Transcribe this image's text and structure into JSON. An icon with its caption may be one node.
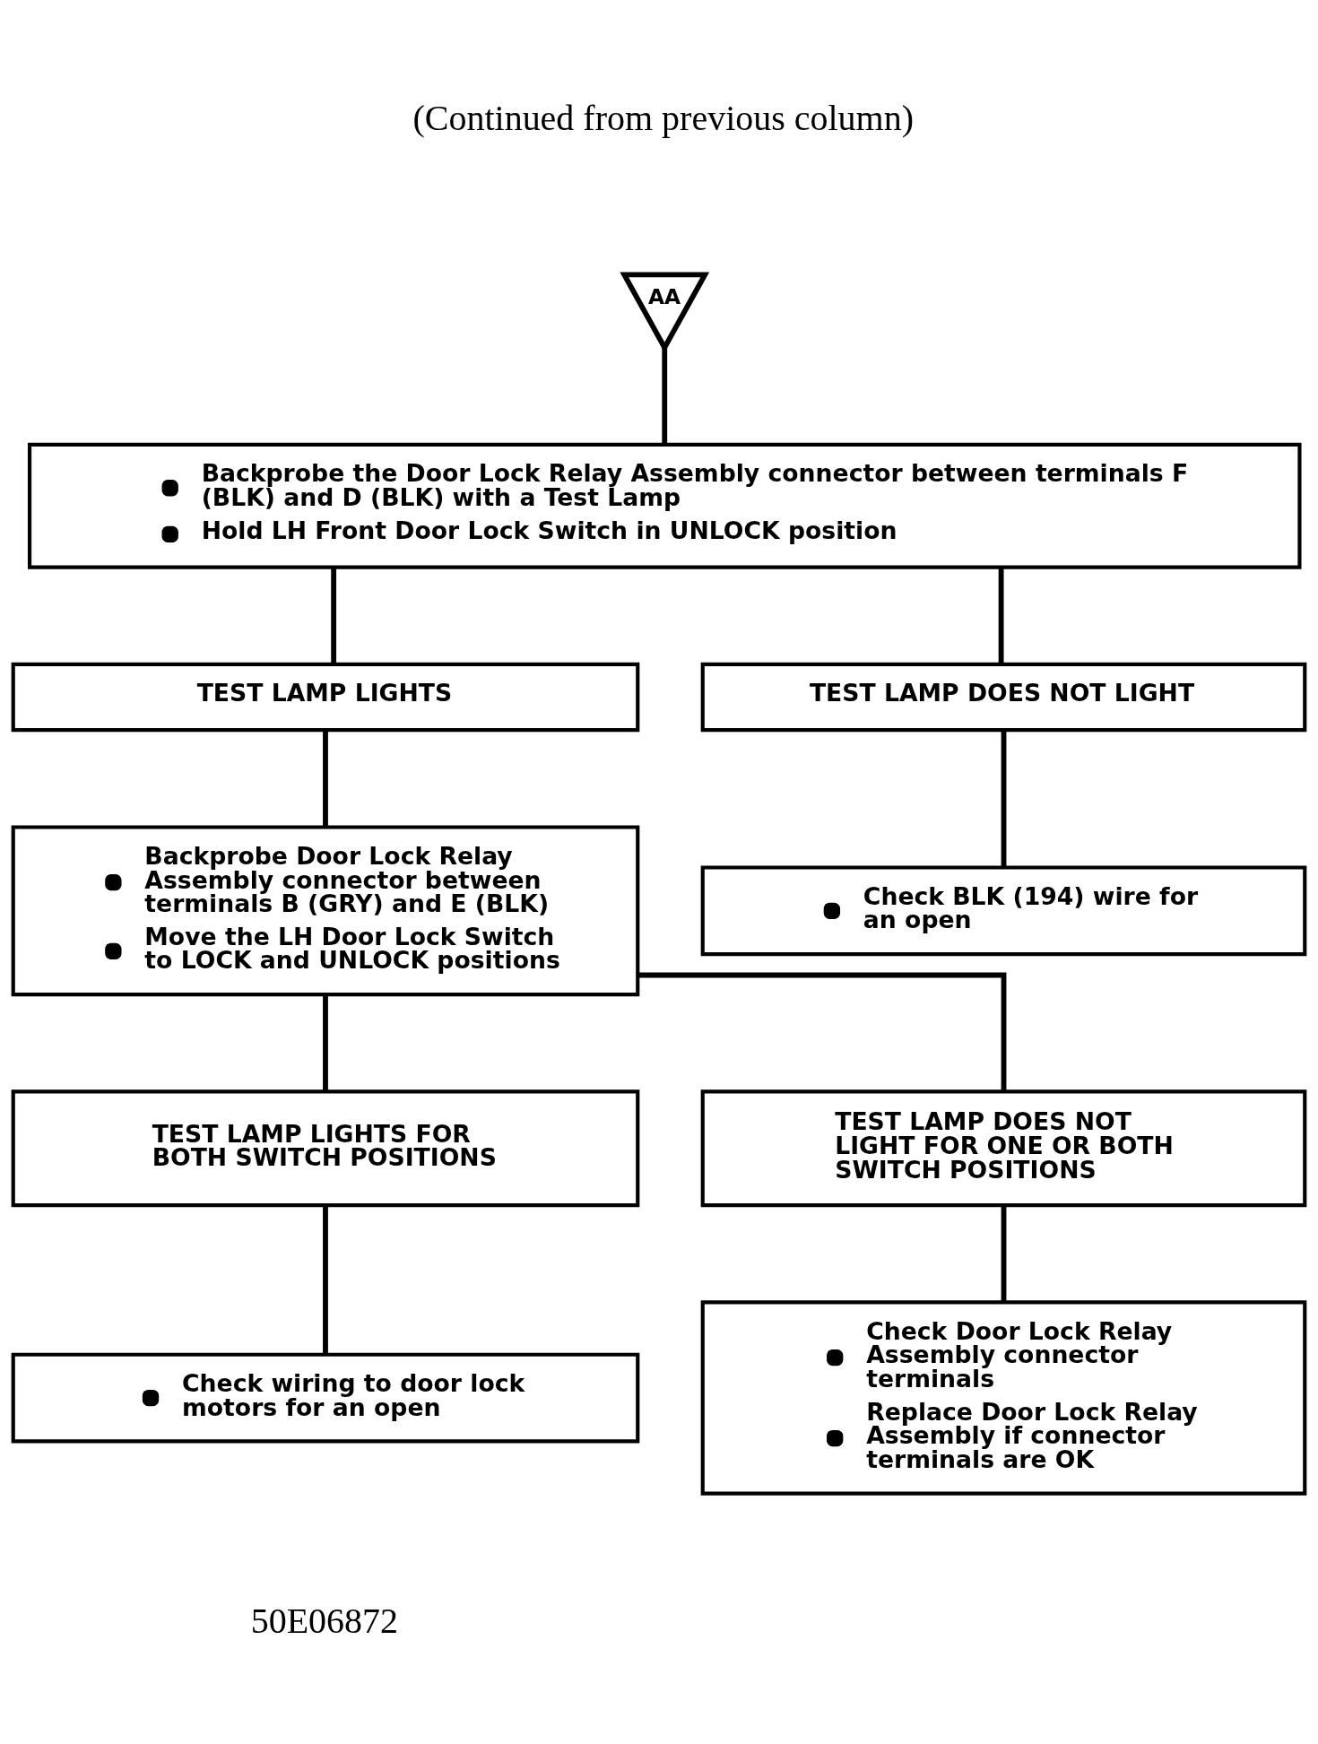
{
  "diagram": {
    "nodes": [
      {
        "text": [
          "AA"
        ]
      },
      {
        "text": [
          "Backprobe the Door Lock Relay Assembly connector between terminals F (BLK) and D (BLK) with a Test Lamp",
          "Hold LH Front Door Lock Switch in UNLOCK position"
        ]
      },
      {
        "text": [
          "TEST LAMP LIGHTS"
        ]
      },
      {
        "text": [
          "TEST LAMP DOES NOT LIGHT"
        ]
      },
      {
        "text": [
          "Backprobe Door Lock Relay Assembly connector between terminals B (GRY) and E (BLK)",
          "Move the LH Door Lock Switch to LOCK and UNLOCK positions"
        ]
      },
      {
        "text": [
          "Check BLK (194) wire for an open"
        ]
      },
      {
        "text": [
          "TEST LAMP LIGHTS FOR BOTH SWITCH POSITIONS"
        ]
      },
      {
        "text": [
          "TEST LAMP DOES NOT LIGHT FOR ONE OR BOTH SWITCH POSITIONS"
        ]
      },
      {
        "text": [
          "Check wiring to door lock motors for an open"
        ]
      },
      {
        "text": [
          "Check Door Lock Relay Assembly connector terminals",
          "Replace Door Lock Relay Assembly if connector terminals are OK"
        ]
      }
    ],
    "edges": [
      {
        "from": 0,
        "to": 1,
        "arrow": "none"
      },
      {
        "from": 1,
        "to": 2,
        "arrow": "none"
      },
      {
        "from": 1,
        "to": 3,
        "arrow": "none"
      },
      {
        "from": 2,
        "to": 4,
        "arrow": "none"
      },
      {
        "from": 3,
        "to": 5,
        "arrow": "none"
      },
      {
        "from": 4,
        "to": 6,
        "arrow": "none"
      },
      {
        "from": 4,
        "to": 7,
        "arrow": "none"
      },
      {
        "from": 6,
        "to": 8,
        "arrow": "none"
      },
      {
        "from": 7,
        "to": 9,
        "arrow": "none"
      }
    ],
    "labels": [
      "(Continued from previous column)",
      "50E06872"
    ]
  }
}
